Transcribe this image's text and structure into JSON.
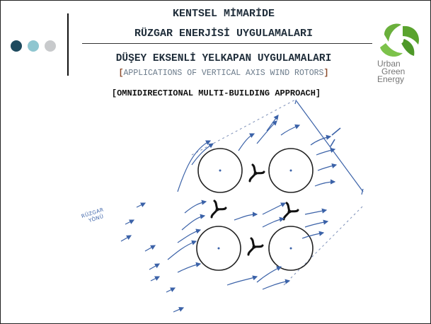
{
  "header": {
    "title_line1": "KENTSEL MİMARİDE",
    "title_line2": "RÜZGAR ENERJİSİ UYGULAMALARI",
    "title_line3": "DÜŞEY EKSENLİ YELKAPAN UYGULAMALARI",
    "english_subtitle": "APPLICATIONS OF VERTICAL AXIS WIND ROTORS",
    "bracket_open": "[",
    "bracket_close": "]"
  },
  "section_title": "[OMNIDIRECTIONAL MULTI-BUILDING APPROACH]",
  "logo": {
    "line1": "Urban",
    "line2": "Green",
    "line3": "Energy",
    "leaf_color": "#6ab03c"
  },
  "sketch": {
    "handwritten_line1": "RÜZGAR",
    "handwritten_line2": "YÖNÜ",
    "ink_color": "#3b62a8"
  },
  "decor": {
    "dot_colors": [
      "#1e4a5e",
      "#8fc6d0",
      "#c8cacc"
    ]
  }
}
